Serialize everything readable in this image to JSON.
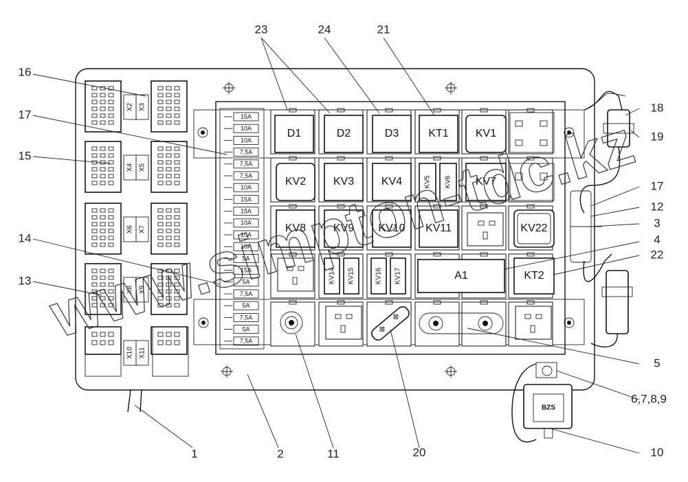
{
  "relays_top": [
    "D1",
    "D2",
    "D3",
    "KT1",
    "KV1"
  ],
  "relays_row2": [
    "KV2",
    "KV3",
    "KV4"
  ],
  "relays_small_row2": [
    "KV5",
    "KV6"
  ],
  "relay_kv7": "KV7",
  "relays_row3": [
    "KV8",
    "KV9",
    "KV10",
    "KV11"
  ],
  "relay_kv22": "KV22",
  "relays_small_row4": [
    "KV14",
    "KV15",
    "KV16",
    "KV17"
  ],
  "module_a1": "A1",
  "relay_kt2": "KT2",
  "bzs_label": "BZS",
  "connectors": [
    "X2",
    "X3",
    "X4",
    "X5",
    "X6",
    "X7",
    "X8",
    "X9",
    "X10",
    "X11"
  ],
  "fuse_values": [
    "15A",
    "10A",
    "10A",
    "7,5A",
    "7,5A",
    "7,5A",
    "10A",
    "15A",
    "15A",
    "10A",
    "10A",
    "10A",
    "5A",
    "15A",
    "5A",
    "7,5A",
    "5A",
    "7,5A",
    "5A",
    "7,5A"
  ],
  "callouts": [
    "1",
    "2",
    "3",
    "4",
    "5",
    "6,7,8,9",
    "10",
    "11",
    "12",
    "13",
    "14",
    "15",
    "16",
    "17",
    "17",
    "18",
    "19",
    "20",
    "21",
    "22",
    "23",
    "24"
  ],
  "watermark": "www.simpton-tdc.kz"
}
